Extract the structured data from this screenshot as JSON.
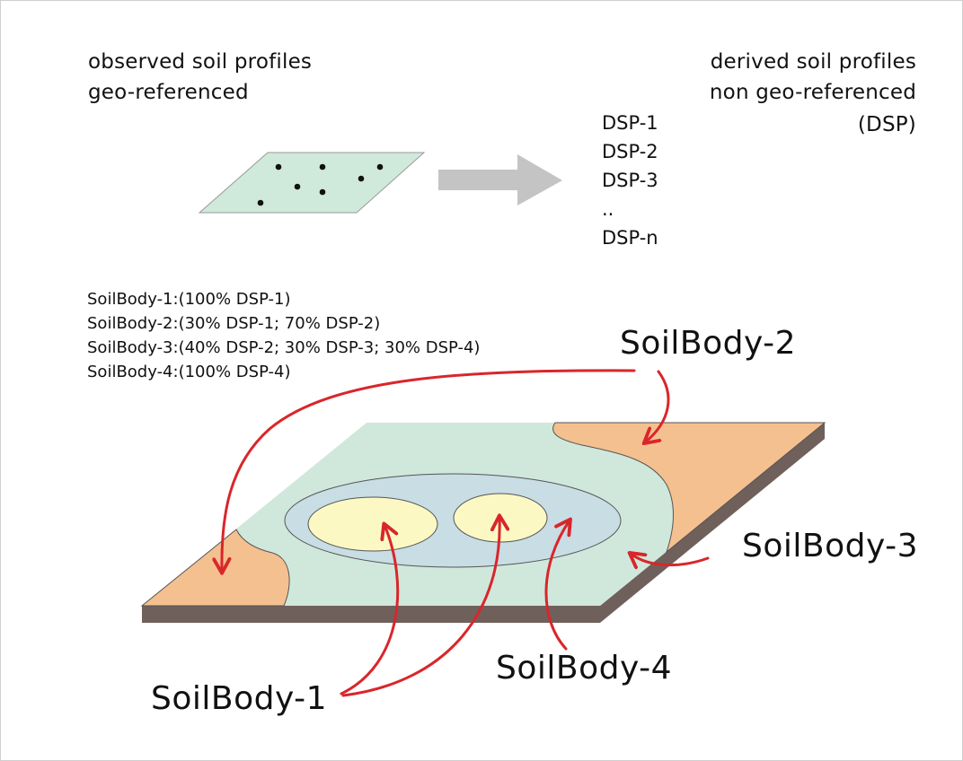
{
  "header_left": {
    "line1": "observed soil profiles",
    "line2": "geo-referenced"
  },
  "header_right": {
    "line1": "derived soil profiles",
    "line2": "non geo-referenced",
    "line3": "(DSP)"
  },
  "dsp_list": [
    "DSP-1",
    "DSP-2",
    "DSP-3",
    "..",
    "DSP-n"
  ],
  "composition": [
    "SoilBody-1:(100% DSP-1)",
    "SoilBody-2:(30% DSP-1; 70% DSP-2)",
    "SoilBody-3:(40% DSP-2; 30% DSP-3; 30% DSP-4)",
    "SoilBody-4:(100% DSP-4)"
  ],
  "labels": {
    "soilbody1": "SoilBody-1",
    "soilbody2": "SoilBody-2",
    "soilbody3": "SoilBody-3",
    "soilbody4": "SoilBody-4"
  },
  "colors": {
    "plane_fill": "#cfe9da",
    "soilbody2_fill": "#f5c08f",
    "soilbody3_fill": "#d0e8db",
    "soilbody4_fill": "#c8dde4",
    "soilbody1_fill": "#fbf8c4",
    "slab_edge": "#6f605b",
    "arrow_red": "#d9262b",
    "big_arrow": "#c4c4c4"
  }
}
